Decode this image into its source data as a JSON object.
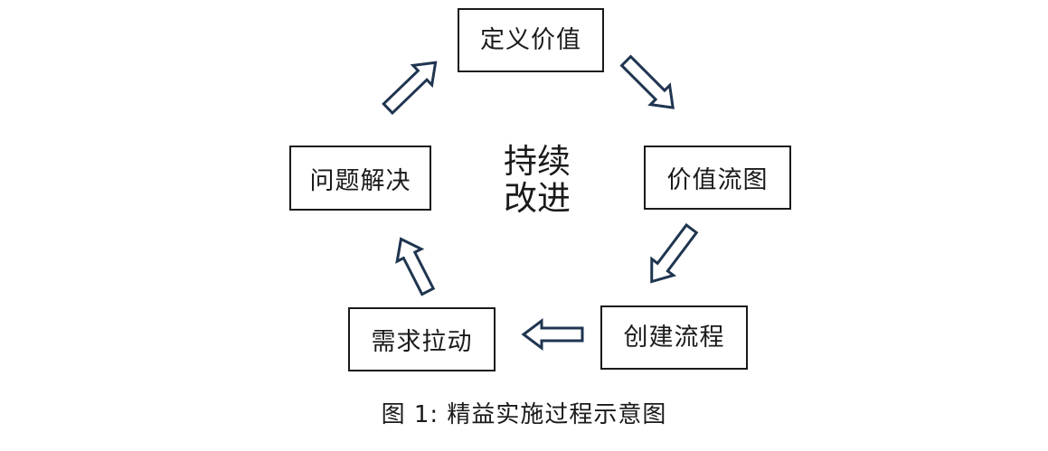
{
  "nodes": {
    "define_value": "定义价值",
    "value_stream": "价值流图",
    "create_flow": "创建流程",
    "demand_pull": "需求拉动",
    "problem_solve": "问题解决"
  },
  "center": {
    "line1": "持续",
    "line2": "改进"
  },
  "caption": {
    "label": "图 1:",
    "text": "精益实施过程示意图"
  },
  "colors": {
    "arrow_stroke": "#1f3550",
    "box_border": "#1a1a1a"
  }
}
